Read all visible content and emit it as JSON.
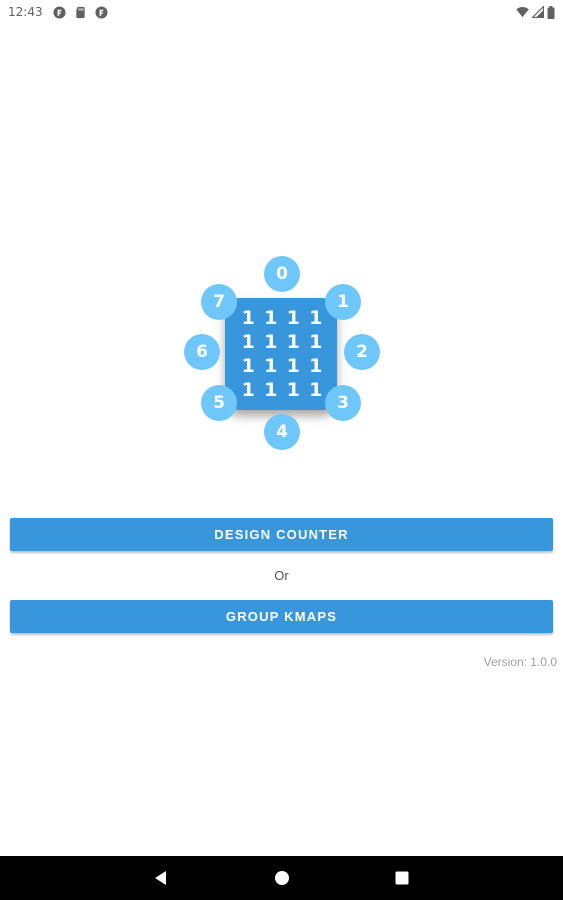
{
  "status_bar": {
    "time": "12:43",
    "notification_icons": [
      "app-notification-icon",
      "sd-card-icon",
      "app-notification-icon"
    ],
    "right_icons": [
      "wifi-icon",
      "cell-signal-icon",
      "battery-icon"
    ]
  },
  "logo": {
    "grid_bits": [
      "1",
      "1",
      "1",
      "1",
      "1",
      "1",
      "1",
      "1",
      "1",
      "1",
      "1",
      "1",
      "1",
      "1",
      "1",
      "1"
    ],
    "states": [
      "0",
      "1",
      "2",
      "3",
      "4",
      "5",
      "6",
      "7"
    ],
    "tile_color": "#3796dc",
    "bubble_color": "#6ec6f9"
  },
  "actions": {
    "design_counter_label": "DESIGN COUNTER",
    "or_label": "Or",
    "group_kmaps_label": "GROUP KMAPS"
  },
  "footer": {
    "version": "Version: 1.0.0"
  },
  "nav_bar": {
    "icons": [
      "back-icon",
      "home-icon",
      "recents-icon"
    ]
  },
  "colors": {
    "accent": "#3796dc",
    "version_text": "#9e9e9e"
  }
}
